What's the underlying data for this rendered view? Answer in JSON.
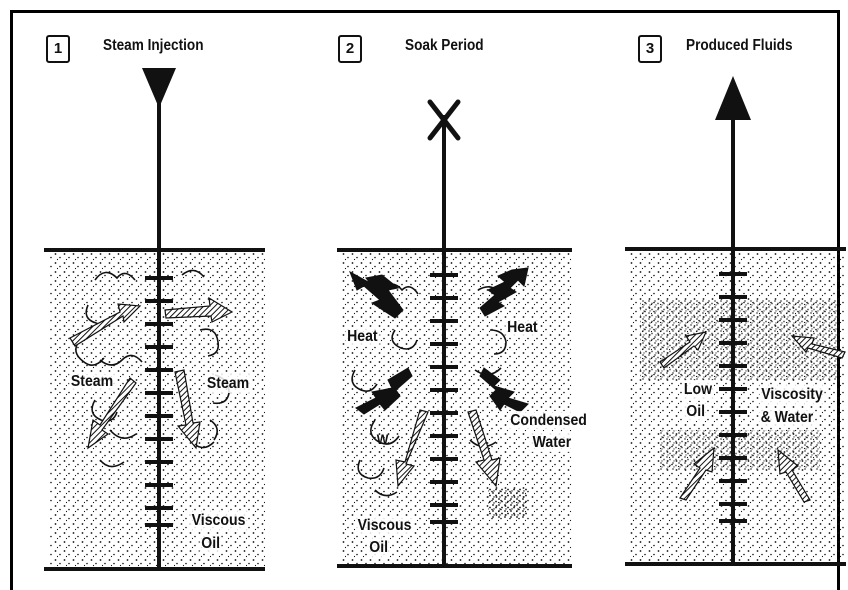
{
  "panels": [
    {
      "number": "1",
      "title": "Steam Injection",
      "labels": {
        "left": "Steam",
        "right": "Steam",
        "bottom_a": "Viscous",
        "bottom_b": "Oil"
      }
    },
    {
      "number": "2",
      "title": "Soak Period",
      "labels": {
        "heat_left": "Heat",
        "heat_right": "Heat",
        "condensed": "Condensed",
        "water": "Water",
        "w_mark": "W",
        "viscous": "Viscous",
        "oil": "Oil"
      }
    },
    {
      "number": "3",
      "title": "Produced Fluids",
      "labels": {
        "low": "Low",
        "oil": "Oil",
        "viscosity": "Viscosity",
        "water": "& Water"
      }
    }
  ],
  "colors": {
    "ink": "#111111",
    "paper": "#ffffff"
  }
}
